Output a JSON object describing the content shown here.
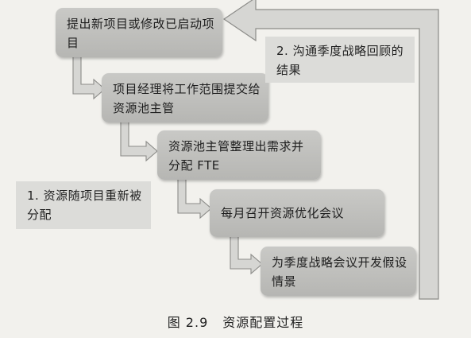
{
  "steps": [
    {
      "text": "提出新项目或修改已启动项目"
    },
    {
      "text": "项目经理将工作范围提交给资源池主管"
    },
    {
      "text": "资源池主管整理出需求并分配 FTE"
    },
    {
      "text": "每月召开资源优化会议"
    },
    {
      "text": "为季度战略会议开发假设情景"
    }
  ],
  "notes": {
    "note1": "1. 资源随项目重新被分配",
    "note2": "2. 沟通季度战略回顾的结果"
  },
  "caption": {
    "number": "图 2.9",
    "title": "资源配置过程"
  },
  "colors": {
    "box": "#bdbdba",
    "arrow_fill": "#d6d6d3",
    "arrow_stroke": "#8c8c89"
  }
}
